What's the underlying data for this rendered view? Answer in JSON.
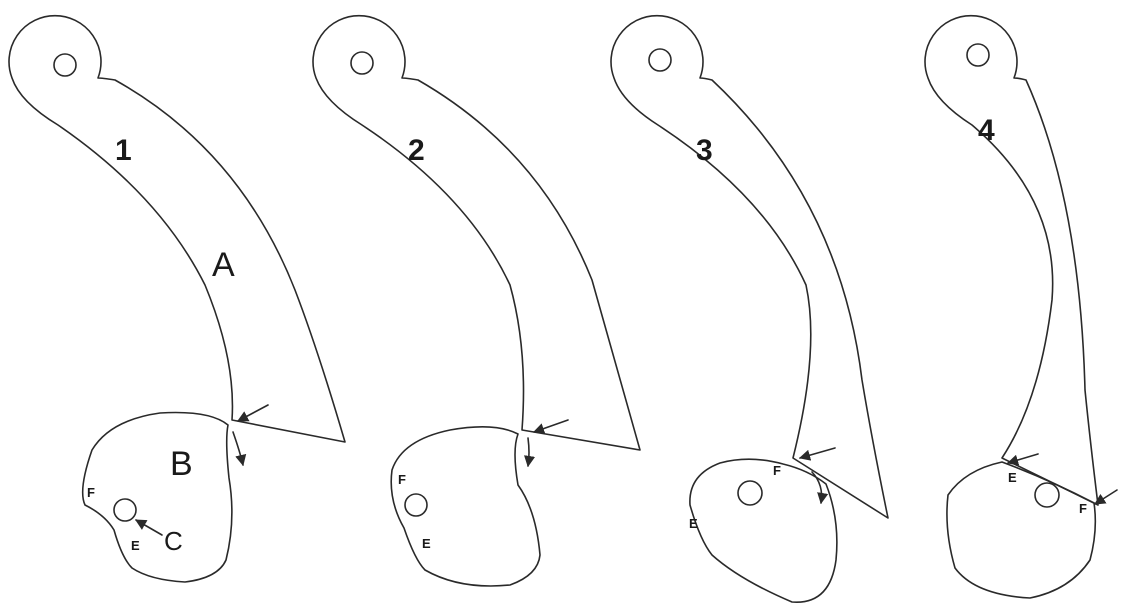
{
  "figure": {
    "panels": [
      {
        "number": "1",
        "labels": {
          "lever": "A",
          "cam": "B",
          "pin": "C",
          "f": "F",
          "e": "E"
        }
      },
      {
        "number": "2",
        "labels": {
          "f": "F",
          "e": "E"
        }
      },
      {
        "number": "3",
        "labels": {
          "f": "F",
          "e": "E"
        }
      },
      {
        "number": "4",
        "labels": {
          "e": "E",
          "f": "F"
        }
      }
    ]
  }
}
